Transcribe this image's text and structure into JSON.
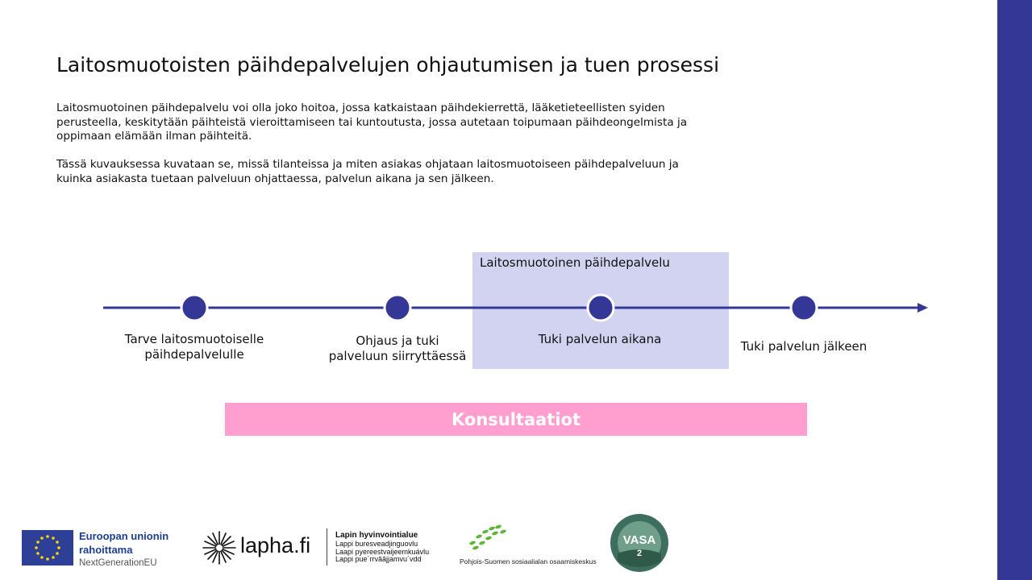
{
  "title": "Laitosmuotoisten päihdepalvelujen ohjautumisen ja tuen prosessi",
  "intro": {
    "paragraph1": "Laitosmuotoinen päihdepalvelu voi olla joko hoitoa, jossa katkaistaan päihdekierrettä, lääketieteellisten syiden perusteella, keskitytään päihteistä vieroittamiseen tai kuntoutusta, jossa autetaan toipumaan päihdeongelmista ja oppimaan elämään ilman päihteitä.",
    "paragraph2": "Tässä kuvauksessa kuvataan se, missä tilanteissa ja miten asiakas ohjataan laitosmuotoiseen päihdepalveluun ja kuinka asiakasta tuetaan palveluun ohjattaessa, palvelun aikana ja sen jälkeen."
  },
  "highlight": {
    "label": "Laitosmuotoinen päihdepalvelu"
  },
  "timeline": {
    "steps": [
      {
        "line1": "Tarve laitosmuotoiselle",
        "line2": "päihdepalvelulle"
      },
      {
        "line1": "Ohjaus ja tuki",
        "line2": "palveluun siirryttäessä"
      },
      {
        "line1": "Tuki palvelun aikana",
        "line2": ""
      },
      {
        "line1": "Tuki palvelun jälkeen",
        "line2": ""
      }
    ]
  },
  "banner": {
    "label": "Konsultaatiot"
  },
  "footer": {
    "eu": {
      "line1": "Euroopan unionin",
      "line2": "rahoittama",
      "line3": "NextGenerationEU"
    },
    "lapha": {
      "word": "lapha.fi",
      "head": "Lapin hyvinvointialue",
      "sub1": "Lappi buresveadjinguovlu",
      "sub2": "Laapi pyereestvaijeemkuávlu",
      "sub3": "Lappi pue´rrvââjjamvu´vdd"
    },
    "posoke": {
      "text": "Pohjois-Suomen sosiaalialan osaamiskeskus"
    },
    "vasa": {
      "word": "VASA",
      "num": "2"
    }
  },
  "colors": {
    "accent": "#353797",
    "highlight": "#d1d3f0",
    "banner": "#ff9fd0",
    "eu_blue": "#2d3f97"
  }
}
